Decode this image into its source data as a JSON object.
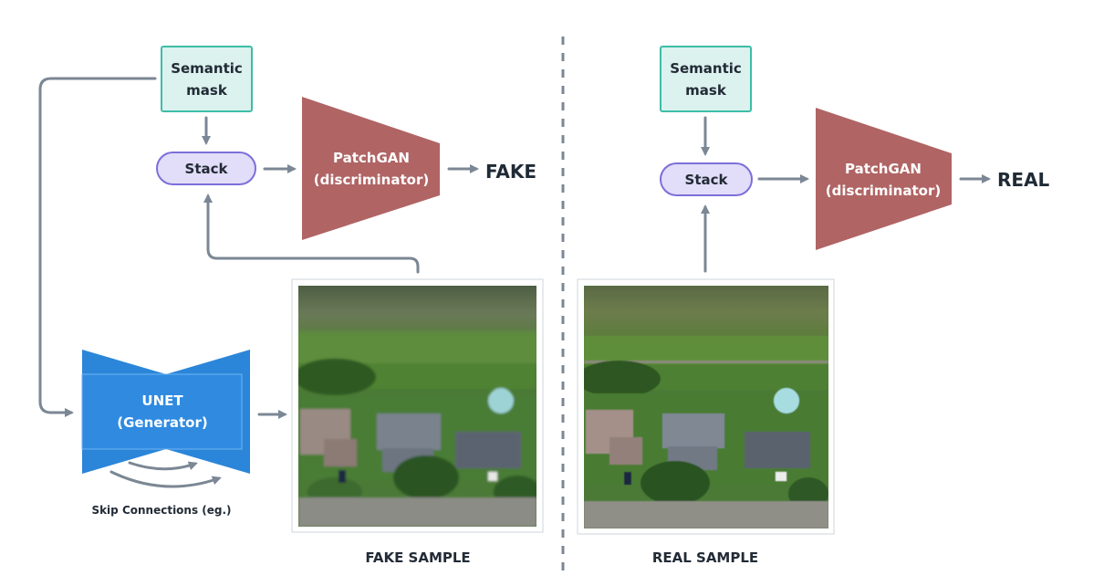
{
  "left_panel": {
    "semantic_mask": {
      "line1": "Semantic",
      "line2": "mask"
    },
    "stack": "Stack",
    "discriminator": {
      "line1": "PatchGAN",
      "line2": "(discriminator)"
    },
    "output": "FAKE",
    "generator": {
      "line1": "UNET",
      "line2": "(Generator)"
    },
    "skip_label": "Skip Connections (eg.)",
    "sample_caption": "FAKE SAMPLE"
  },
  "right_panel": {
    "semantic_mask": {
      "line1": "Semantic",
      "line2": "mask"
    },
    "stack": "Stack",
    "discriminator": {
      "line1": "PatchGAN",
      "line2": "(discriminator)"
    },
    "output": "REAL",
    "sample_caption": "REAL SAMPLE"
  },
  "colors": {
    "semantic_fill": "#dcf2ee",
    "semantic_border": "#3dbda7",
    "stack_fill": "#e2ddf8",
    "stack_border": "#7b6fd9",
    "discriminator": "#b06464",
    "generator": "#2b86d9",
    "arrow": "#7b8794",
    "divider": "#7b8794"
  },
  "icons": {
    "arrow": "arrow-right-icon",
    "sample_image": "aerial-houses-photo"
  }
}
